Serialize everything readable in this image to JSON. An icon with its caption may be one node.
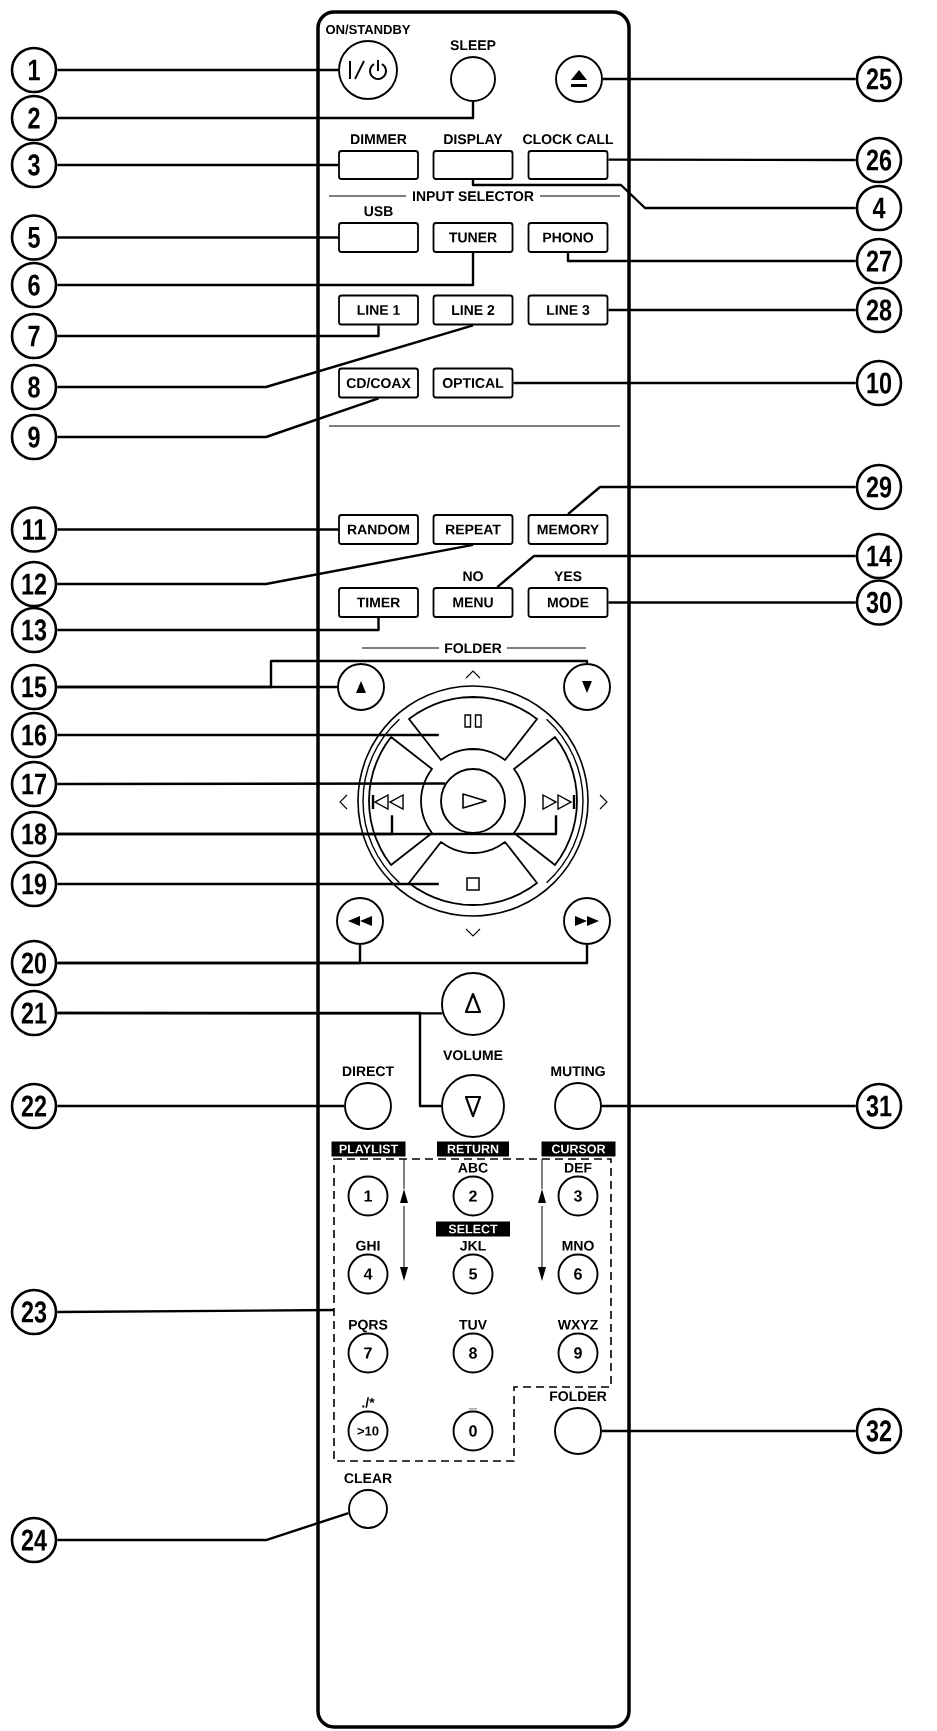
{
  "diagram": {
    "nodes": [
      {
        "text": [],
        "shape": "box"
      },
      {
        "text": [
          "ON/STANDBY"
        ],
        "in": 0
      },
      {
        "text": [
          "SLEEP"
        ],
        "in": 0
      },
      {
        "text": [],
        "shape": "circle",
        "in": 0
      },
      {
        "text": [
          "DIMMER"
        ],
        "in": 0
      },
      {
        "text": [
          "DISPLAY"
        ],
        "in": 0
      },
      {
        "text": [
          "CLOCK CALL"
        ],
        "in": 0
      },
      {
        "text": [
          "USB"
        ],
        "in": 0
      },
      {
        "text": [
          "TUNER"
        ],
        "in": 0
      },
      {
        "text": [
          "PHONO"
        ],
        "in": 0
      },
      {
        "text": [
          "LINE 1"
        ],
        "in": 0
      },
      {
        "text": [
          "LINE 2"
        ],
        "in": 0
      },
      {
        "text": [
          "LINE 3"
        ],
        "in": 0
      },
      {
        "text": [
          "CD/COAX"
        ],
        "in": 0
      },
      {
        "text": [
          "OPTICAL"
        ],
        "in": 0
      },
      {
        "text": [
          "RANDOM"
        ],
        "in": 0
      },
      {
        "text": [
          "REPEAT"
        ],
        "in": 0
      },
      {
        "text": [
          "MEMORY"
        ],
        "in": 0
      },
      {
        "text": [
          "TIMER"
        ],
        "in": 0
      },
      {
        "text": [
          "NO",
          "MENU"
        ],
        "in": 0
      },
      {
        "text": [
          "YES",
          "MODE"
        ],
        "in": 0
      },
      {
        "text": [],
        "shape": "circle",
        "in": 0
      },
      {
        "text": [],
        "shape": "circle",
        "in": 0
      },
      {
        "text": [],
        "shape": "segment",
        "in": 0
      },
      {
        "text": [],
        "shape": "segment",
        "in": 0
      },
      {
        "text": [],
        "shape": "circle",
        "in": 0
      },
      {
        "text": [],
        "shape": "segment",
        "in": 0
      },
      {
        "text": [],
        "shape": "segment",
        "in": 0
      },
      {
        "text": [],
        "shape": "circle",
        "in": 0
      },
      {
        "text": [],
        "shape": "circle",
        "in": 0
      },
      {
        "text": [],
        "shape": "circle",
        "in": 0
      },
      {
        "text": [
          "DIRECT"
        ],
        "in": 0
      },
      {
        "text": [],
        "shape": "circle",
        "in": 0
      },
      {
        "text": [
          "MUTING"
        ],
        "in": 0
      },
      {
        "text": [],
        "shape": "box",
        "in": 0
      },
      {
        "text": [
          "1"
        ],
        "in": 34
      },
      {
        "text": [
          "ABC",
          "2"
        ],
        "in": 34
      },
      {
        "text": [
          "DEF",
          "3"
        ],
        "in": 34
      },
      {
        "text": [
          "GHI",
          "4"
        ],
        "in": 34
      },
      {
        "text": [
          "JKL",
          "5"
        ],
        "in": 34
      },
      {
        "text": [
          "MNO",
          "6"
        ],
        "in": 34
      },
      {
        "text": [
          "PQRS",
          "7"
        ],
        "in": 34
      },
      {
        "text": [
          "TUV",
          "8"
        ],
        "in": 34
      },
      {
        "text": [
          "WXYZ",
          "9"
        ],
        "in": 34
      },
      {
        "text": [
          "./*",
          ">10"
        ],
        "in": 34
      },
      {
        "text": [
          "_",
          "0"
        ],
        "in": 34
      },
      {
        "text": [
          "FOLDER"
        ],
        "in": 0
      },
      {
        "text": [
          "CLEAR"
        ],
        "in": 0
      },
      {
        "text": [
          "1"
        ]
      },
      {
        "text": [
          "2"
        ]
      },
      {
        "text": [
          "3"
        ]
      },
      {
        "text": [
          "4"
        ]
      },
      {
        "text": [
          "5"
        ]
      },
      {
        "text": [
          "6"
        ]
      },
      {
        "text": [
          "7"
        ]
      },
      {
        "text": [
          "8"
        ]
      },
      {
        "text": [
          "9"
        ]
      },
      {
        "text": [
          "10"
        ]
      },
      {
        "text": [
          "11"
        ]
      },
      {
        "text": [
          "12"
        ]
      },
      {
        "text": [
          "13"
        ]
      },
      {
        "text": [
          "14"
        ]
      },
      {
        "text": [
          "15"
        ]
      },
      {
        "text": [
          "16"
        ]
      },
      {
        "text": [
          "17"
        ]
      },
      {
        "text": [
          "18"
        ]
      },
      {
        "text": [
          "19"
        ]
      },
      {
        "text": [
          "20"
        ]
      },
      {
        "text": [
          "21"
        ]
      },
      {
        "text": [
          "22"
        ]
      },
      {
        "text": [
          "23"
        ]
      },
      {
        "text": [
          "24"
        ]
      },
      {
        "text": [
          "25"
        ]
      },
      {
        "text": [
          "26"
        ]
      },
      {
        "text": [
          "27"
        ]
      },
      {
        "text": [
          "28"
        ]
      },
      {
        "text": [
          "29"
        ]
      },
      {
        "text": [
          "30"
        ]
      },
      {
        "text": [
          "31"
        ]
      },
      {
        "text": [
          "32"
        ]
      }
    ],
    "edges": [
      {
        "from": 48,
        "to": 1,
        "arrow": "none"
      },
      {
        "from": 49,
        "to": 2,
        "arrow": "none"
      },
      {
        "from": 50,
        "to": 4,
        "arrow": "none"
      },
      {
        "from": 51,
        "to": 5,
        "arrow": "none"
      },
      {
        "from": 52,
        "to": 7,
        "arrow": "none"
      },
      {
        "from": 53,
        "to": 8,
        "arrow": "none"
      },
      {
        "from": 54,
        "to": 10,
        "arrow": "none"
      },
      {
        "from": 55,
        "to": 11,
        "arrow": "none"
      },
      {
        "from": 56,
        "to": 13,
        "arrow": "none"
      },
      {
        "from": 57,
        "to": 14,
        "arrow": "none"
      },
      {
        "from": 58,
        "to": 15,
        "arrow": "none"
      },
      {
        "from": 59,
        "to": 16,
        "arrow": "none"
      },
      {
        "from": 60,
        "to": 18,
        "arrow": "none"
      },
      {
        "from": 61,
        "to": 19,
        "arrow": "none"
      },
      {
        "from": 62,
        "to": 21,
        "arrow": "none"
      },
      {
        "from": 62,
        "to": 22,
        "arrow": "none"
      },
      {
        "from": 63,
        "to": 23,
        "arrow": "none"
      },
      {
        "from": 64,
        "to": 25,
        "arrow": "none"
      },
      {
        "from": 65,
        "to": 24,
        "arrow": "none"
      },
      {
        "from": 65,
        "to": 26,
        "arrow": "none"
      },
      {
        "from": 66,
        "to": 27,
        "arrow": "none"
      },
      {
        "from": 67,
        "to": 28,
        "arrow": "none"
      },
      {
        "from": 67,
        "to": 29,
        "arrow": "none"
      },
      {
        "from": 68,
        "to": 30,
        "arrow": "none"
      },
      {
        "from": 68,
        "to": 32,
        "arrow": "none"
      },
      {
        "from": 69,
        "to": 31,
        "arrow": "none"
      },
      {
        "from": 70,
        "to": 34,
        "arrow": "none"
      },
      {
        "from": 71,
        "to": 47,
        "arrow": "none"
      },
      {
        "from": 72,
        "to": 3,
        "arrow": "none"
      },
      {
        "from": 73,
        "to": 6,
        "arrow": "none"
      },
      {
        "from": 74,
        "to": 9,
        "arrow": "none"
      },
      {
        "from": 75,
        "to": 12,
        "arrow": "none"
      },
      {
        "from": 76,
        "to": 17,
        "arrow": "none"
      },
      {
        "from": 77,
        "to": 20,
        "arrow": "none"
      },
      {
        "from": 78,
        "to": 33,
        "arrow": "none"
      },
      {
        "from": 79,
        "to": 46,
        "arrow": "none"
      }
    ],
    "labels": [
      "INPUT SELECTOR",
      "FOLDER",
      "VOLUME",
      "PLAYLIST",
      "RETURN",
      "CURSOR",
      "SELECT"
    ]
  }
}
